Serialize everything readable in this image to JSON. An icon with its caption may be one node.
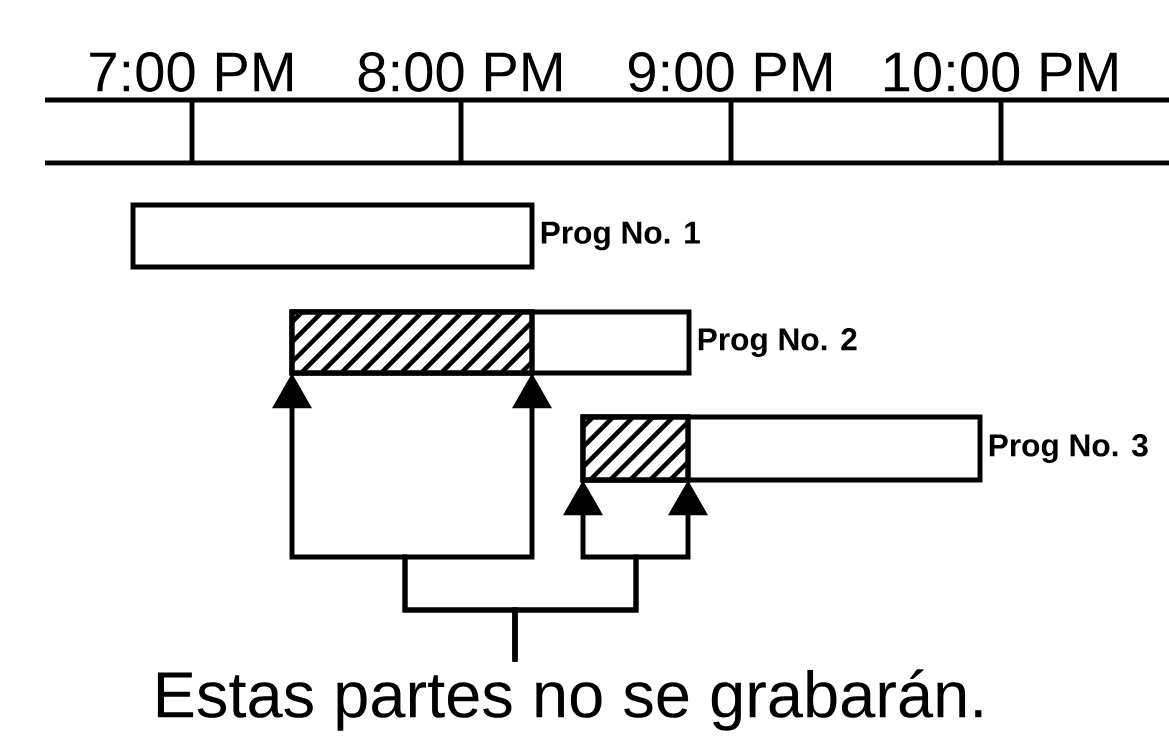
{
  "diagram": {
    "nodes": [
      {
        "text": [],
        "shape": "bar",
        "beside": [
          "Prog No. 1"
        ]
      },
      {
        "text": [],
        "shape": "bar",
        "beside": [
          "Prog No. 2"
        ]
      },
      {
        "text": [],
        "shape": "bar",
        "in": 1
      },
      {
        "text": [],
        "shape": "bar",
        "beside": [
          "Prog No. 3"
        ]
      },
      {
        "text": [],
        "shape": "bar",
        "in": 3
      },
      {
        "text": [
          "Estas partes no se grabarán."
        ]
      }
    ],
    "edges": [
      {
        "from": 5,
        "to": 2,
        "arrow": "to"
      },
      {
        "from": 5,
        "to": 2,
        "arrow": "to"
      },
      {
        "from": 5,
        "to": 4,
        "arrow": "to"
      },
      {
        "from": 5,
        "to": 4,
        "arrow": "to"
      }
    ],
    "labels": [
      "7:00 PM",
      "8:00 PM",
      "9:00 PM",
      "10:00 PM"
    ]
  }
}
